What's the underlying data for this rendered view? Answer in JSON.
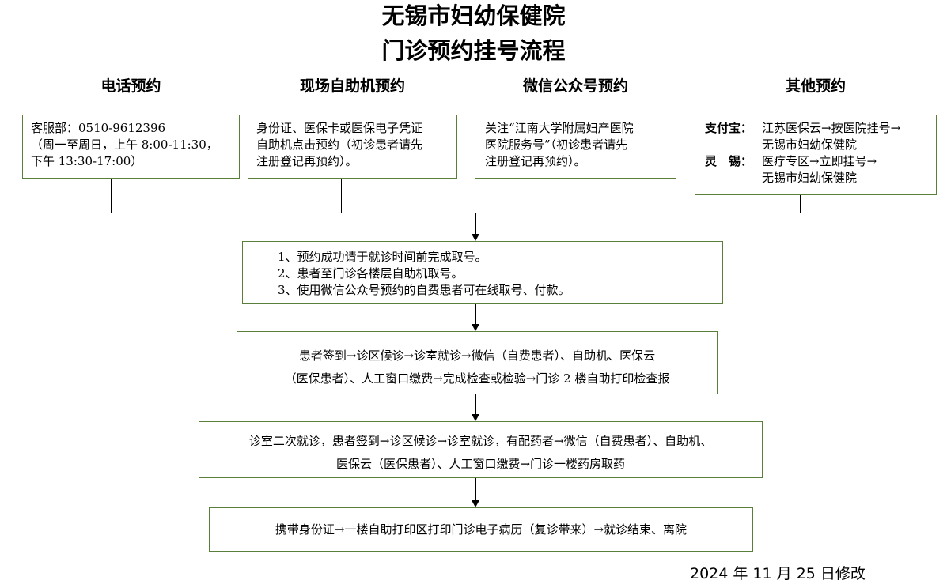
{
  "header": {
    "title_line1": "无锡市妇幼保健院",
    "title_line2": "门诊预约挂号流程"
  },
  "columns": [
    {
      "heading": "电话预约",
      "lines": [
        "客服部：0510-9612396",
        "（周一至周日，上午 8:00-11:30，",
        "下午 13:30-17:00）"
      ]
    },
    {
      "heading": "现场自助机预约",
      "lines": [
        "身份证、医保卡或医保电子凭证",
        "自助机点击预约（初诊患者请先",
        "注册登记再预约）。"
      ]
    },
    {
      "heading": "微信公众号预约",
      "lines": [
        "关注“江南大学附属妇产医院",
        "医院服务号”（初诊患者请先",
        "注册登记再预约）。"
      ]
    },
    {
      "heading": "其他预约",
      "rows": [
        {
          "label": "支付宝：",
          "text1": "江苏医保云→按医院挂号→",
          "text2": "无锡市妇幼保健院"
        },
        {
          "label": "灵　锡：",
          "text1": "医疗专区→立即挂号→",
          "text2": "无锡市妇幼保健院"
        }
      ]
    }
  ],
  "steps": {
    "step1": [
      "1、预约成功请于就诊时间前完成取号。",
      "2、患者至门诊各楼层自助机取号。",
      "3、使用微信公众号预约的自费患者可在线取号、付款。"
    ],
    "step2": [
      "患者签到→诊区候诊→诊室就诊→微信（自费患者）、自助机、医保云",
      "（医保患者）、人工窗口缴费→完成检查或检验→门诊 2 楼自助打印检查报"
    ],
    "step3": [
      "诊室二次就诊，患者签到→诊区候诊→诊室就诊，有配药者→微信（自费患者）、自助机、",
      "医保云（医保患者）、人工窗口缴费→门诊一楼药房取药"
    ],
    "step4": [
      "携带身份证→一楼自助打印区打印门诊电子病历（复诊带来）→就诊结束、离院"
    ]
  },
  "footer": {
    "modified_date": "2024 年 11 月 25 日修改"
  }
}
